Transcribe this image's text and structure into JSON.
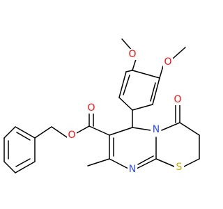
{
  "molecule": {
    "atoms": {
      "o_methoxy_top": {
        "label": "O",
        "color": "#ff0d0d"
      },
      "o_methoxy_right": {
        "label": "O",
        "color": "#ff0d0d"
      },
      "o_ketone": {
        "label": "O",
        "color": "#ff0d0d"
      },
      "o_ester_carbonyl": {
        "label": "O",
        "color": "#ff0d0d"
      },
      "o_ester_link": {
        "label": "O",
        "color": "#ff0d0d"
      },
      "n_bridge": {
        "label": "N",
        "color": "#3050f8"
      },
      "n_ring": {
        "label": "N",
        "color": "#3050f8"
      },
      "s_ring": {
        "label": "S",
        "color": "#c6b000"
      }
    }
  }
}
